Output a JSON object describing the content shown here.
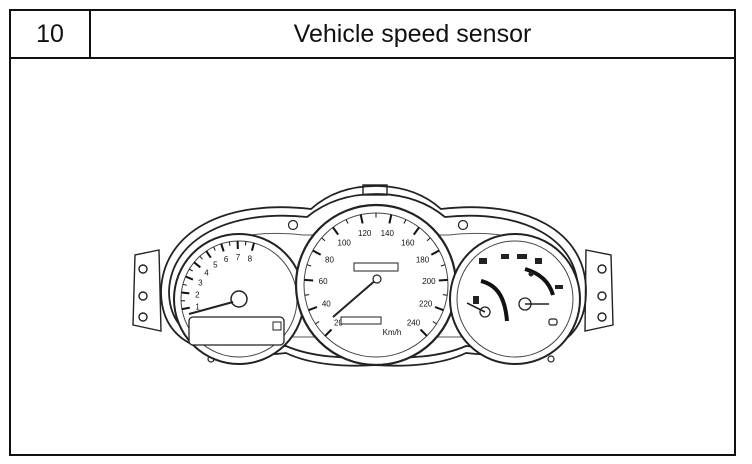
{
  "header": {
    "number": "10",
    "title": "Vehicle speed sensor"
  },
  "cluster": {
    "tachometer_labels": [
      "1",
      "2",
      "3",
      "4",
      "5",
      "6",
      "7",
      "8"
    ],
    "speedometer_labels": [
      "20",
      "40",
      "60",
      "80",
      "100",
      "120",
      "140",
      "160",
      "180",
      "200",
      "220",
      "240"
    ],
    "speed_unit": "Km/h"
  }
}
